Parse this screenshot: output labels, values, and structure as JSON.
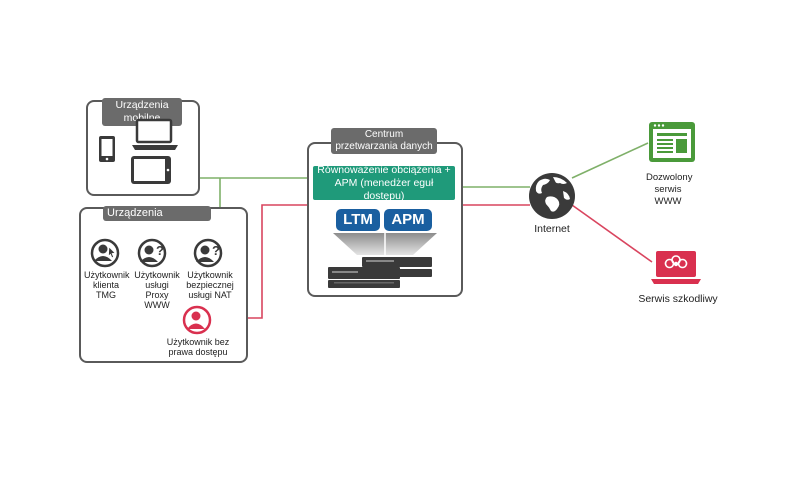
{
  "mobile_group": {
    "title": "Urządzenia mobilne"
  },
  "devices_group": {
    "title": "Urządzenia"
  },
  "users": [
    {
      "label": "Użytkownik klienta TMG"
    },
    {
      "label": "Użytkownik usługi Proxy WWW"
    },
    {
      "label": "Użytkownik bezpiecznej usługi NAT"
    }
  ],
  "unauthorized_user": {
    "label": "Użytkownik bez prawa dostępu"
  },
  "datacenter": {
    "title": "Centrum przetwarzania danych",
    "banner": "Równoważenie obciążenia + APM (menedżer eguł dostępu)",
    "ltm_label": "LTM",
    "apm_label": "APM"
  },
  "internet": {
    "label": "Internet"
  },
  "allowed_site": {
    "label": "Dozwolony serwis WWW"
  },
  "malicious_site": {
    "label": "Serwis szkodliwy"
  },
  "colors": {
    "green_line": "#7fb069",
    "red_line": "#d9455f",
    "banner": "#1f9a7a",
    "pill": "#1a5fa0",
    "malicious": "#d9304f",
    "allowed": "#4a9a3a"
  }
}
